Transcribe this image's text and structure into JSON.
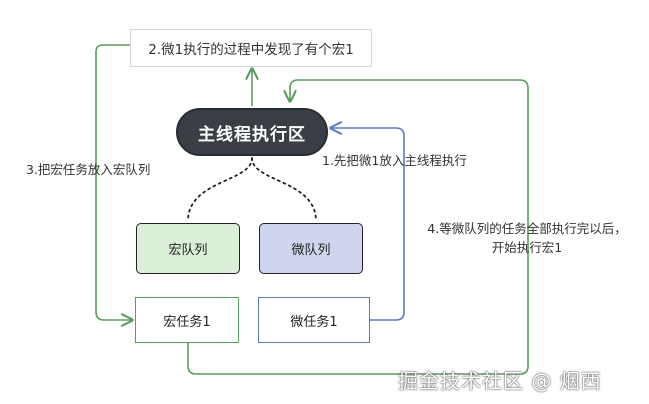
{
  "nodes": {
    "note": "2.微1执行的过程中发现了有个宏1",
    "main": "主线程执行区",
    "macro_queue": "宏队列",
    "micro_queue": "微队列",
    "macro_task": "宏任务1",
    "micro_task": "微任务1"
  },
  "edges": {
    "step1": "1.先把微1放入主线程执行",
    "step3": "3.把宏任务放入宏队列",
    "step4_line1": "4.等微队列的任务全部执行完以后，",
    "step4_line2": "开始执行宏1"
  },
  "colors": {
    "green": "#5a9a5e",
    "blue": "#5b7bb4",
    "main_fill": "#3a3f45",
    "macro_queue_fill": "#dcefd8",
    "micro_queue_fill": "#cfd5ee"
  },
  "watermark": "掘金技术社区 @ 烟西"
}
